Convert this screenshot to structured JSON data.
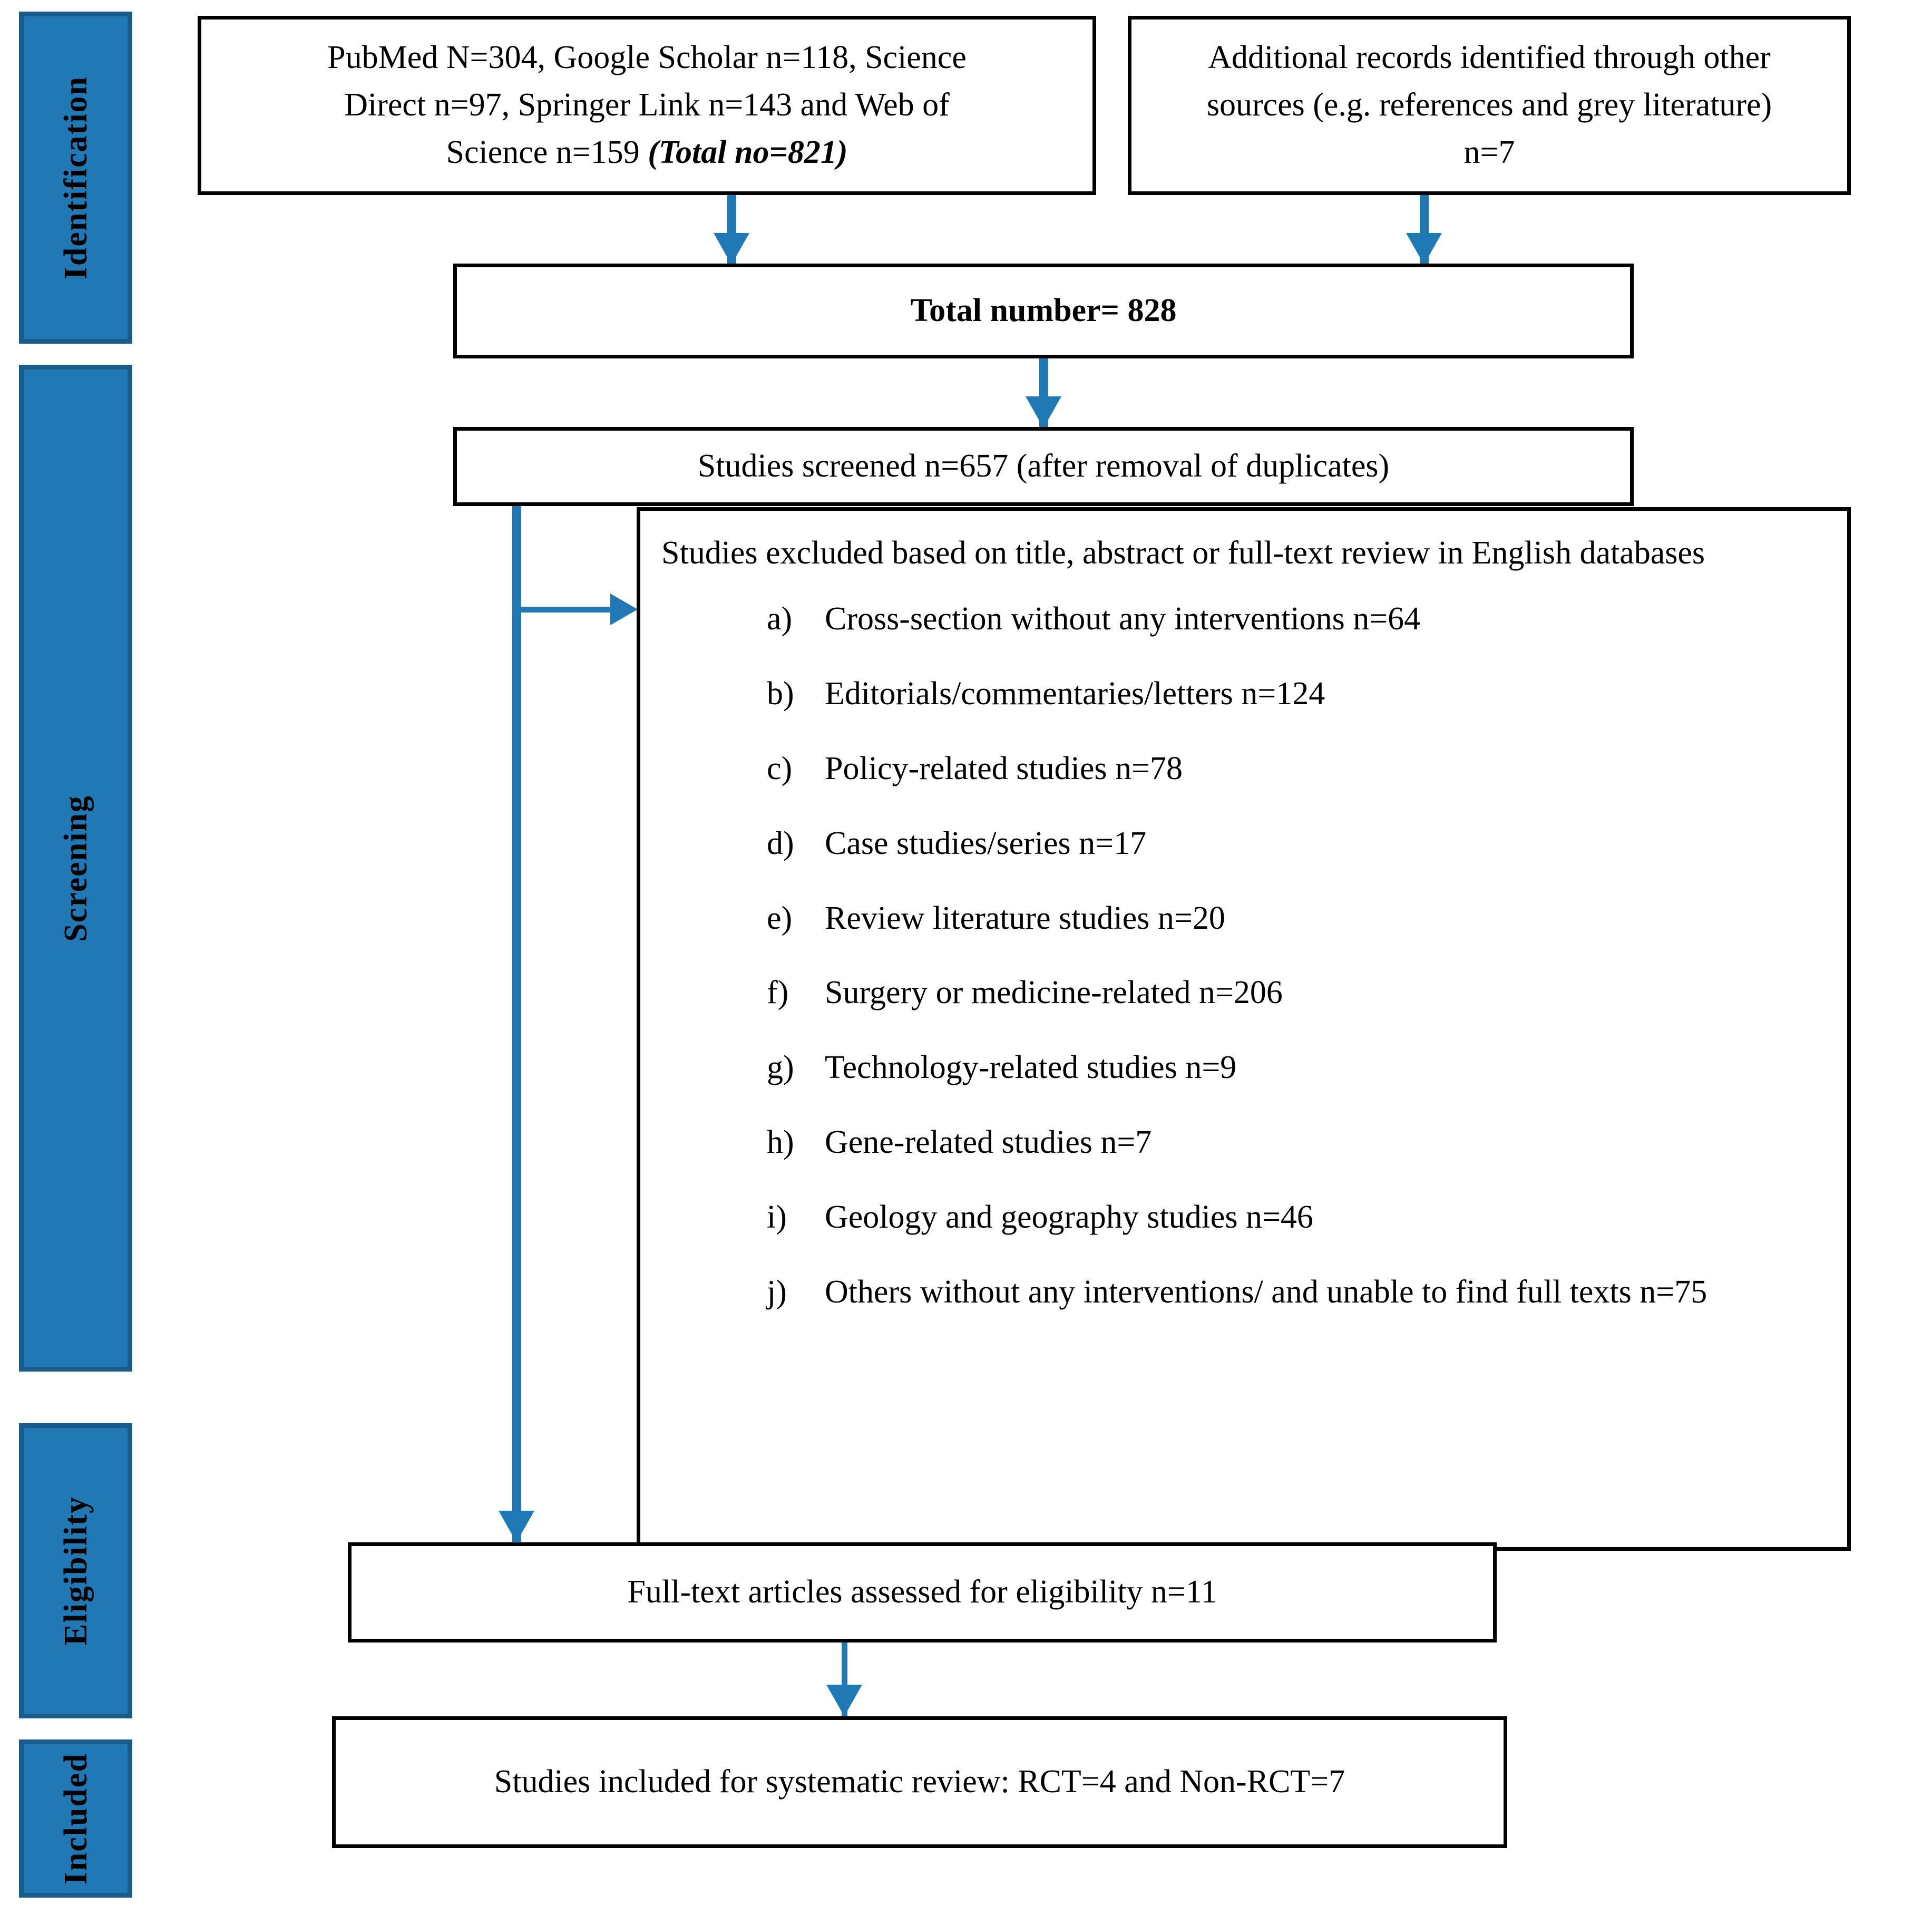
{
  "diagram": {
    "title": "PRISMA study selection flow diagram",
    "accent_blue": "#2079B5",
    "accent_blue_dark": "#1A5B8A",
    "box_border": "#000000"
  },
  "stages": [
    {
      "id": "identification",
      "label": "Identification"
    },
    {
      "id": "screening",
      "label": "Screening"
    },
    {
      "id": "eligibility",
      "label": "Eligibility"
    },
    {
      "id": "included",
      "label": "Included"
    }
  ],
  "boxes": {
    "databases": {
      "line1": "PubMed N=304, Google Scholar n=118, Science",
      "line2": "Direct n=97, Springer Link n=143 and Web of",
      "line3_prefix": "Science n=159 ",
      "line3_emphasis": "(Total no=821)"
    },
    "other_sources": {
      "line1": "Additional records identified through other",
      "line2": "sources (e.g. references and grey literature)",
      "line3": "n=7"
    },
    "total_number": {
      "text": "Total number= 828"
    },
    "screened": {
      "text": "Studies screened n=657 (after removal of duplicates)"
    },
    "eligibility_assessed": {
      "text": "Full-text articles assessed for eligibility n=11"
    },
    "included_studies": {
      "text": "Studies included for systematic review: RCT=4 and Non-RCT=7"
    }
  },
  "exclusions": {
    "heading_line1": "Studies excluded based on title, abstract or full-text review in English",
    "heading_line2": "databases",
    "items": [
      {
        "marker": "a)",
        "text": "Cross-section without any interventions n=64"
      },
      {
        "marker": "b)",
        "text": "Editorials/commentaries/letters n=124"
      },
      {
        "marker": "c)",
        "text": "Policy-related studies n=78"
      },
      {
        "marker": "d)",
        "text": "Case studies/series n=17"
      },
      {
        "marker": "e)",
        "text": "Review literature studies n=20"
      },
      {
        "marker": "f)",
        "text": "Surgery or medicine-related n=206"
      },
      {
        "marker": "g)",
        "text": "Technology-related studies n=9"
      },
      {
        "marker": "h)",
        "text": "Gene-related studies n=7"
      },
      {
        "marker": "i)",
        "text": "Geology and geography studies n=46"
      },
      {
        "marker": "j)",
        "text": "Others without any interventions/ and unable to find full texts n=75"
      }
    ]
  },
  "connectors": [
    {
      "id": "databases-to-total",
      "from": "databases",
      "to": "total_number",
      "direction": "down"
    },
    {
      "id": "other-sources-to-total",
      "from": "other_sources",
      "to": "total_number",
      "direction": "down"
    },
    {
      "id": "total-to-screened",
      "from": "total_number",
      "to": "screened",
      "direction": "down"
    },
    {
      "id": "screened-to-exclusions",
      "from": "screened",
      "to": "exclusions",
      "direction": "right"
    },
    {
      "id": "screened-to-eligibility",
      "from": "screened",
      "to": "eligibility_assessed",
      "direction": "down"
    },
    {
      "id": "eligibility-to-included",
      "from": "eligibility_assessed",
      "to": "included_studies",
      "direction": "down"
    }
  ]
}
